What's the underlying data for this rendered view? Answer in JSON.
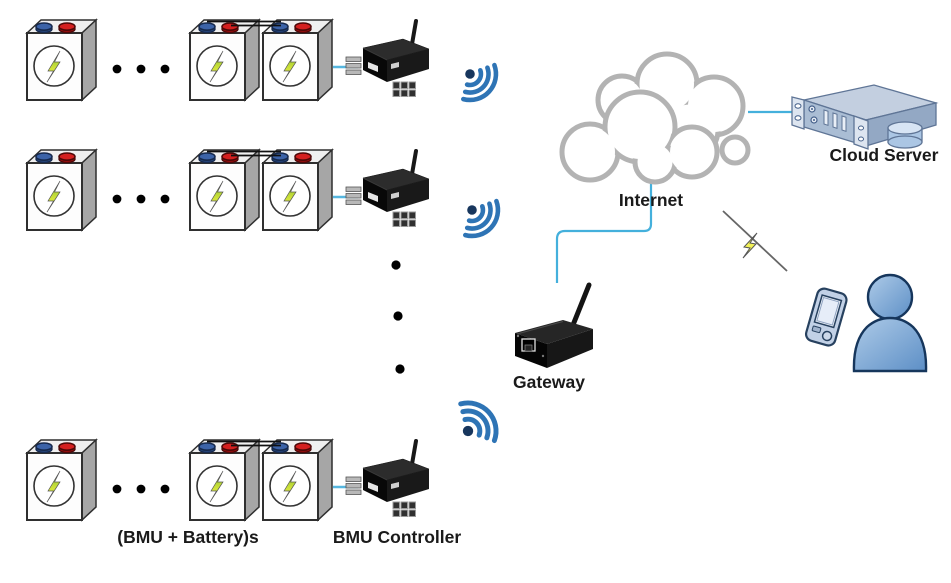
{
  "labels": {
    "bmu_battery": "(BMU + Battery)s",
    "bmu_controller": "BMU Controller",
    "gateway": "Gateway",
    "internet": "Internet",
    "cloud_server": "Cloud Server"
  },
  "icons": {
    "battery": "battery-with-bolt-icon",
    "battery_pair": "battery-pair-icon",
    "controller": "bmu-controller-device-icon",
    "wifi": "wifi-signal-icon",
    "gateway": "gateway-device-icon",
    "cloud": "internet-cloud-icon",
    "server": "cloud-server-icon",
    "person": "user-person-icon",
    "phone": "mobile-phone-icon",
    "bolt": "wireless-link-bolt-icon",
    "ellipsis": "continuation-dots"
  },
  "colors": {
    "connector_blue": "#56b7e0",
    "link_blue": "#44b0dc",
    "wifi_arc_blue": "#2e74b5",
    "wifi_dot_blue": "#17365d",
    "cloud_outline_gray": "#b3b3b3",
    "person_blue": "#6d9bd0",
    "server_steel_blue": "#aabdd4",
    "bolt_yellow": "#f2f257",
    "terminal_red": "#d42020",
    "terminal_blue": "#3c63a8",
    "device_black": "#151515",
    "label_text": "#1a1a1a"
  }
}
